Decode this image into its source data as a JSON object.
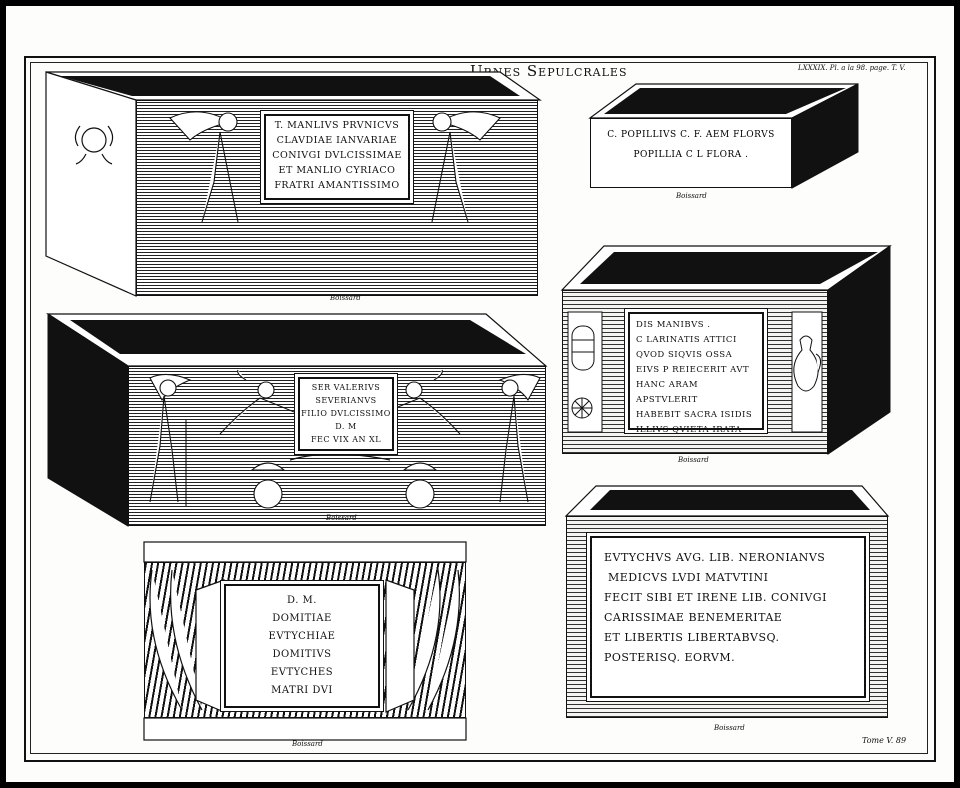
{
  "plate": {
    "title": "Urnes Sepulcrales",
    "plate_ref": "LXXXIX. Pl. a la 98. page. T. V.",
    "tome": "Tome V. 89"
  },
  "credits": {
    "urn1": "Boissard",
    "urn2": "Boissard",
    "urn3": "Boissard",
    "urn4": "Boissard",
    "urn5": "Boissard",
    "urn6": "Boissard"
  },
  "inscriptions": {
    "urn1": [
      "T. MANLIVS PRVNICVS",
      "CLAVDIAE IANVARIAE",
      "CONIVGI DVLCISSIMAE",
      "ET MANLIO CYRIACO",
      "FRATRI AMANTISSIMO"
    ],
    "urn2": [
      "C. POPILLIVS C. F. AEM FLORVS",
      "POPILLIA C L FLORA ."
    ],
    "urn3": [
      "SER VALERIVS",
      "SEVERIANVS",
      "FILIO DVLCISSIMO",
      "D.     M",
      "FEC VIX AN XL"
    ],
    "urn4": [
      "DIS     MANIBVS .",
      "C LARINATIS ATTICI",
      "QVOD SIQVIS OSSA",
      "EIVS P REIECERIT AVT",
      "HANC ARAM APSTVLERIT",
      "HABEBIT SACRA ISIDIS",
      "ILLIVS  QVIETA IRATA"
    ],
    "urn5": [
      "D.     M.",
      "DOMITIAE",
      "EVTYCHIAE",
      "DOMITIVS",
      "EVTYCHES",
      "MATRI DVI"
    ],
    "urn6": [
      "EVTYCHVS AVG. LIB. NERONIANVS",
      "MEDICVS  LVDI  MATVTINI",
      "FECIT SIBI ET IRENE LIB. CONIVGI",
      "CARISSIMAE BENEMERITAE",
      "ET LIBERTIS LIBERTABVSQ.",
      "POSTERISQ.  EORVM."
    ]
  }
}
